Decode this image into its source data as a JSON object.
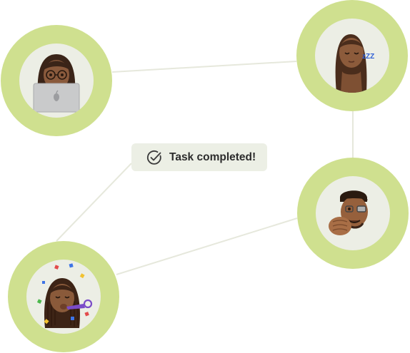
{
  "toast": {
    "message": "Task completed!",
    "icon": "check-circle-icon"
  },
  "nodes": [
    {
      "name": "avatar-laptop",
      "depicts": "laptop-icon"
    },
    {
      "name": "avatar-sleeping",
      "depicts": "zzz-icon"
    },
    {
      "name": "avatar-fist-bump",
      "depicts": "fist-icon"
    },
    {
      "name": "avatar-party",
      "depicts": "party-horn-icon"
    }
  ],
  "sleep_glyph": "zZZ",
  "colors": {
    "ring": "#cfe08f",
    "avatar_bg": "#eceee5",
    "connector": "#e6e8dc",
    "toast_bg": "#ecefe5",
    "text": "#2c2c2c"
  }
}
